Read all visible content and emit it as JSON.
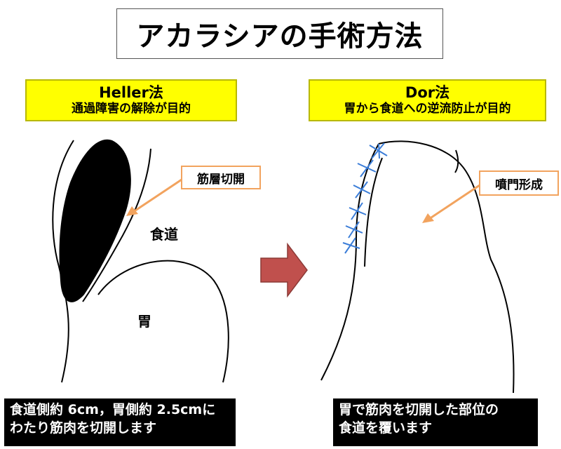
{
  "title": "アカラシアの手術方法",
  "heller": {
    "name": "Heller法",
    "purpose": "通過障害の解除が目的"
  },
  "dor": {
    "name": "Dor法",
    "purpose": "胃から食道への逆流防止が目的"
  },
  "labels": {
    "myotomy": "筋層切開",
    "esophagus": "食道",
    "stomach": "胃",
    "fundoplication": "噴門形成"
  },
  "notes": {
    "heller_line1": "食道側約 6cm，胃側約 2.5cmに",
    "heller_line2": "わたり筋肉を切開します",
    "dor_line1": "胃で筋肉を切開した部位の",
    "dor_line2": "食道を覆います"
  },
  "colors": {
    "highlight": "#ffff00",
    "callout_arrow": "#f2a35e",
    "transition_arrow": "#c0504d",
    "suture": "#3b7dd8"
  }
}
